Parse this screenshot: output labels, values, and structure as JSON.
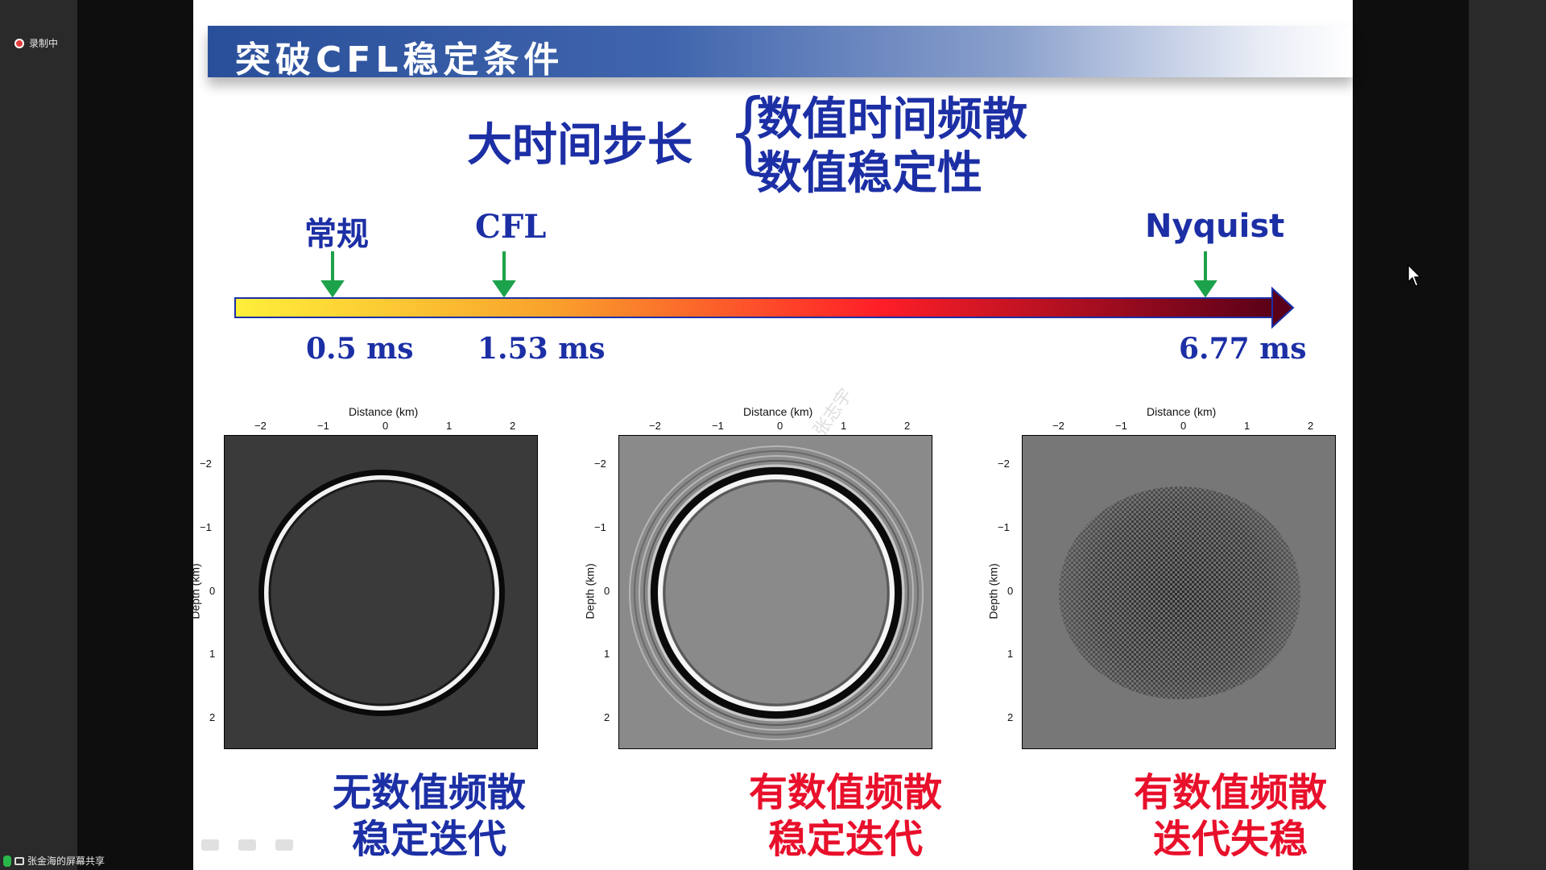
{
  "meeting": {
    "recording_label": "录制中",
    "share_label": "张金海的屏幕共享"
  },
  "slide": {
    "title": "突破CFL稳定条件",
    "big_step": "大时间步长",
    "brace_items": [
      "数值时间频散",
      "数值稳定性"
    ],
    "markers": [
      {
        "label": "常规",
        "value": "0.5 ms"
      },
      {
        "label": "CFL",
        "value": "1.53 ms"
      },
      {
        "label": "Nyquist",
        "value": "6.77 ms"
      }
    ],
    "gradient_colors": [
      "#ffef3a",
      "#f9a32c",
      "#ff1e28",
      "#5a0018"
    ],
    "arrow_color": "#1ca24a",
    "watermark": "张志宇",
    "plots": [
      {
        "xlabel": "Distance (km)",
        "ylabel": "Depth (km)",
        "bg": "#3a3a3a",
        "ring": "clean"
      },
      {
        "xlabel": "Distance (km)",
        "ylabel": "Depth (km)",
        "bg": "#8a8a8a",
        "ring": "dispersed"
      },
      {
        "xlabel": "Distance (km)",
        "ylabel": "Depth (km)",
        "bg": "#777777",
        "ring": "unstable"
      }
    ],
    "x_ticks": [
      "−2",
      "−1",
      "0",
      "1",
      "2"
    ],
    "y_ticks": [
      "−2",
      "−1",
      "0",
      "1",
      "2"
    ],
    "captions": [
      {
        "line1": "无数值频散",
        "line2": "稳定迭代",
        "color": "#1c2fa5"
      },
      {
        "line1": "有数值频散",
        "line2": "稳定迭代",
        "color": "#e8102b"
      },
      {
        "line1": "有数值频散",
        "line2": "迭代失稳",
        "color": "#e8102b"
      }
    ]
  }
}
